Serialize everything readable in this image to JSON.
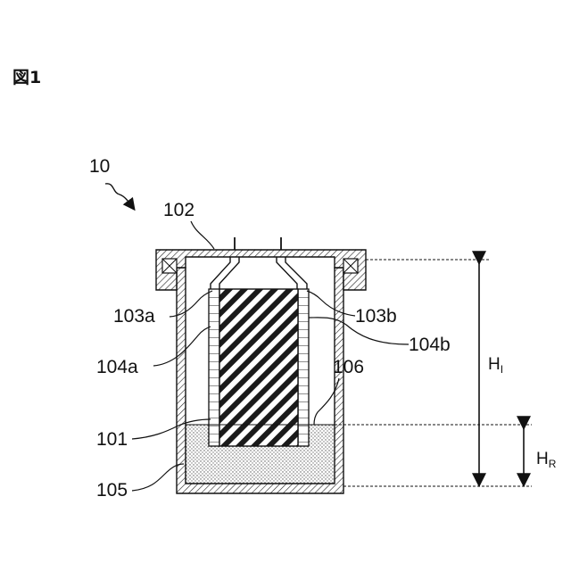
{
  "figure": {
    "label": "図1"
  },
  "labels": {
    "device": "10",
    "lid": "102",
    "lead_a": "103a",
    "lead_b": "103b",
    "electrode_a": "104a",
    "electrode_b": "104b",
    "liquid_surface": "106",
    "core": "101",
    "liquid": "105"
  },
  "dimensions": {
    "inner_height": {
      "main": "H",
      "sub": "I"
    },
    "liquid_height": {
      "main": "H",
      "sub": "R"
    }
  }
}
